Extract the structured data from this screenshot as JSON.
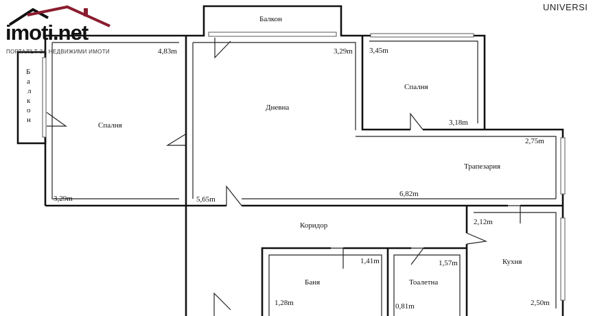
{
  "logo": {
    "name": "imoti.net",
    "tagline": "ПОРТАЛЪТ ЗА НЕДВИЖИМИ ИМОТИ",
    "roof_color": "#8a1c2e"
  },
  "brand": "UNIVERSI",
  "rooms": {
    "balcony_top": "Балкон",
    "balcony_left": [
      "Б",
      "а",
      "л",
      "к",
      "о",
      "н"
    ],
    "bedroom_left": "Спалня",
    "living": "Дневна",
    "bedroom_right": "Спалня",
    "dining": "Трапезария",
    "corridor": "Коридор",
    "bathroom": "Баня",
    "toilet": "Тоалетна",
    "kitchen": "Кухня"
  },
  "dimensions": {
    "bedroom_left_w": "4,83m",
    "bedroom_left_h": "3,29m",
    "living_w": "3,29m",
    "living_h": "5,65m",
    "bedroom_right_w": "3,45m",
    "bedroom_right_h": "3,18m",
    "dining_h": "2,75m",
    "dining_w": "6,82m",
    "kitchen_w": "2,12m",
    "kitchen_h": "2,50m",
    "bath_w": "1,41m",
    "bath_h": "1,28m",
    "toilet_w": "1,57m",
    "toilet_h": "0,81m"
  }
}
